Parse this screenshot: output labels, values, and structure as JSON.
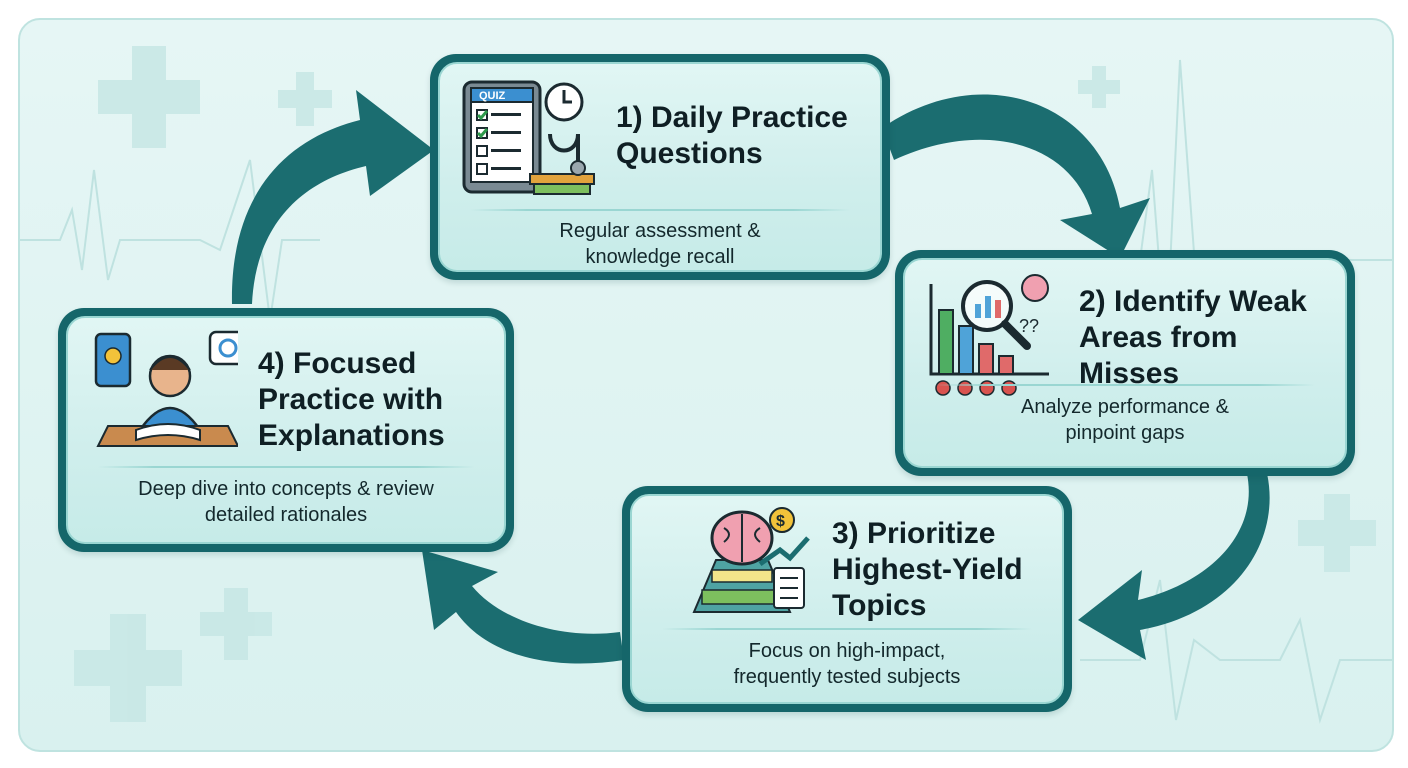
{
  "steps": [
    {
      "title": "1) Daily Practice\nQuestions",
      "description": "Regular assessment &\nknowledge recall",
      "icon": "quiz-tablet-stethoscope-icon",
      "quiz_label": "QUIZ"
    },
    {
      "title": "2) Identify Weak\nAreas from Misses",
      "description": "Analyze performance &\npinpoint gaps",
      "icon": "bar-chart-magnifier-icon",
      "question_marks": "??"
    },
    {
      "title": "3) Prioritize\nHighest-Yield\nTopics",
      "description": "Focus on high-impact,\nfrequently tested subjects",
      "icon": "brain-pyramid-icon",
      "currency_symbol": "$"
    },
    {
      "title": "4) Focused\nPractice with\nExplanations",
      "description": "Deep dive into concepts & review\ndetailed rationales",
      "icon": "student-studying-icon"
    }
  ],
  "colors": {
    "card_border": "#15666a",
    "arrow": "#1b6d70",
    "background": "#dff3f2"
  }
}
